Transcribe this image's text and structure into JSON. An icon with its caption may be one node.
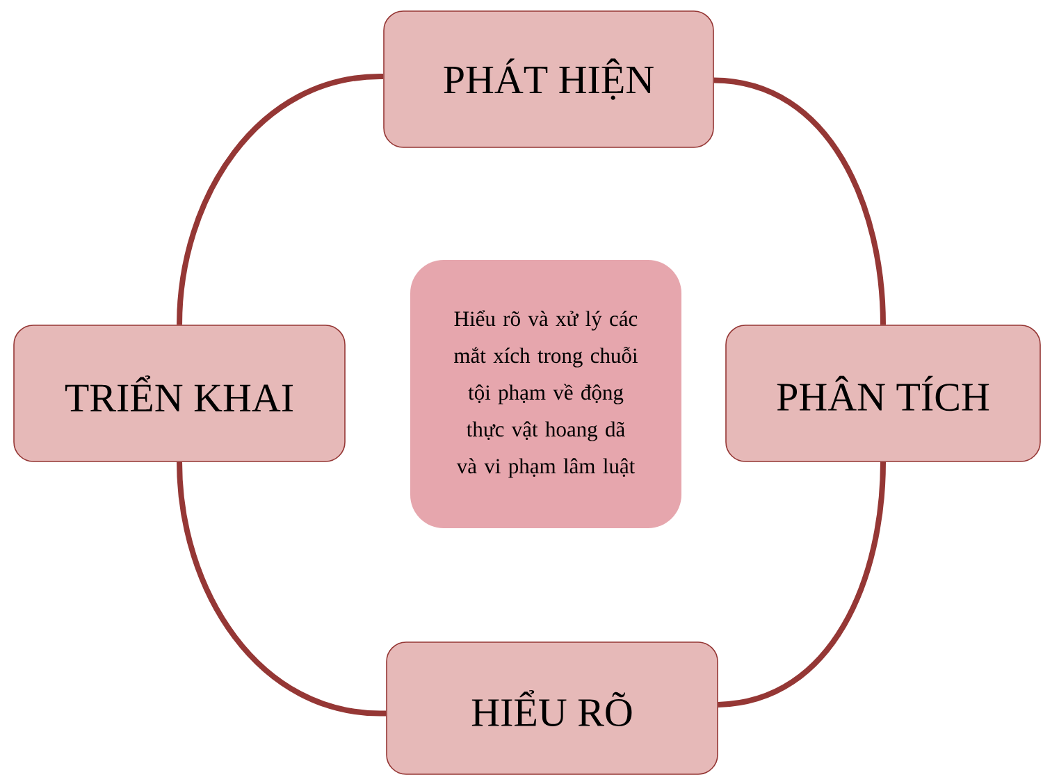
{
  "diagram": {
    "nodes": [
      {
        "text": [
          "PHÁT HIỆN"
        ]
      },
      {
        "text": [
          "TRIỂN KHAI"
        ]
      },
      {
        "text": [
          "Hiểu rõ và xử lý các mắt xích trong chuỗi tội phạm về động thực vật hoang dã và vi phạm lâm luật"
        ]
      },
      {
        "text": [
          "PHÂN TÍCH"
        ]
      },
      {
        "text": [
          "HIỂU RÕ"
        ]
      }
    ],
    "edges": [
      {
        "from": 0,
        "to": 3,
        "arrow": "none"
      },
      {
        "from": 3,
        "to": 4,
        "arrow": "none"
      },
      {
        "from": 4,
        "to": 1,
        "arrow": "none"
      },
      {
        "from": 1,
        "to": 0,
        "arrow": "none"
      }
    ]
  }
}
